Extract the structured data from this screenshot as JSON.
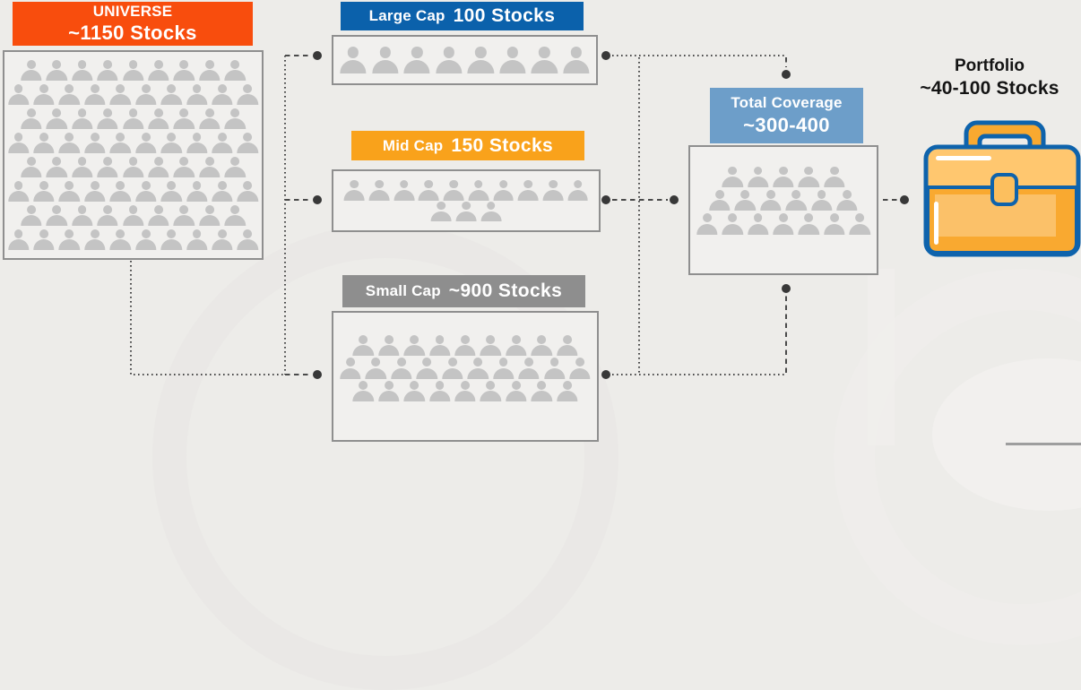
{
  "palette": {
    "background": "#EDECE9",
    "box_fill": "#F1F0EE",
    "box_border": "#8F8F8F",
    "person_gray": "#C4C4C4",
    "connector_gray": "#4A4A4A",
    "universe_orange": "#F84D0D",
    "large_cap_blue": "#0B61AB",
    "mid_cap_orange": "#F9A21B",
    "small_cap_gray": "#8E8E8E",
    "total_coverage_blue": "#6D9EC9",
    "briefcase_orange": "#F9A930",
    "briefcase_light_orange": "#FFC76F",
    "briefcase_outline_blue": "#0E63AC",
    "portfolio_text": "#141414"
  },
  "universe": {
    "title": "UNIVERSE",
    "subtitle": "~1150 Stocks",
    "icon_rows": [
      9,
      10,
      9,
      10,
      9,
      10,
      9,
      10
    ]
  },
  "large_cap": {
    "label": "Large Cap",
    "value": "100 Stocks",
    "icon_rows": [
      8
    ]
  },
  "mid_cap": {
    "label": "Mid Cap",
    "value": "150 Stocks",
    "icon_rows": [
      10,
      3
    ]
  },
  "small_cap": {
    "label": "Small Cap",
    "value": "~900 Stocks",
    "icon_rows": [
      9,
      10,
      9
    ]
  },
  "total_coverage": {
    "title": "Total Coverage",
    "subtitle": "~300-400",
    "icon_rows": [
      5,
      6,
      7
    ]
  },
  "portfolio": {
    "title": "Portfolio",
    "subtitle": "~40-100 Stocks",
    "icon": "briefcase-icon"
  }
}
